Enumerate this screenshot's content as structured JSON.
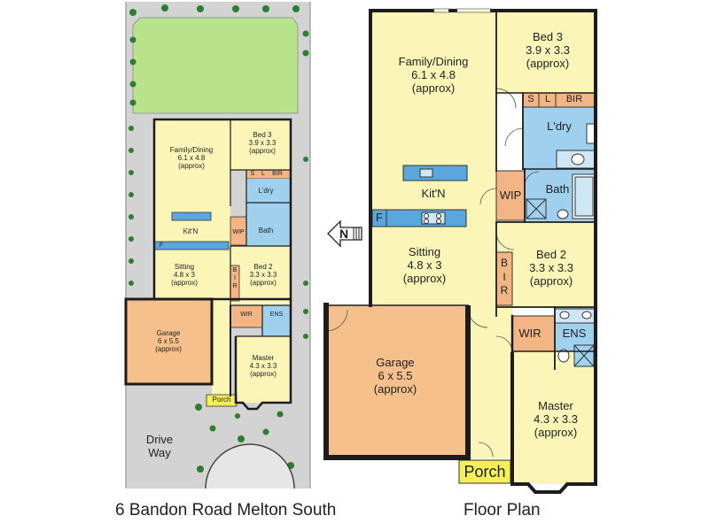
{
  "captions": {
    "address": "6 Bandon Road Melton South",
    "floor_plan": "Floor Plan"
  },
  "north_label": "N",
  "site": {
    "driveway": "Drive\nWay",
    "rooms": {
      "family_dining": "Family/Dining\n6.1 x 4.8\n(approx)",
      "bed3": "Bed 3\n3.9 x 3.3\n(approx)",
      "laundry": "L'dry",
      "kitchen": "Kit'N",
      "wip": "WIP",
      "bath": "Bath",
      "fridge": "F",
      "sitting": "Sitting\n4.8 x 3\n(approx)",
      "bed2": "Bed 2\n3.3 x 3.3\n(approx)",
      "bir_vertical": "B\nI\nR",
      "garage": "Garage\n6 x 5.5\n(approx)",
      "wir": "WIR",
      "ens": "ENS",
      "master": "Master\n4.3 x 3.3\n(approx)",
      "porch": "Porch",
      "storage": [
        "S",
        "L",
        "BIR"
      ]
    }
  },
  "plan": {
    "rooms": {
      "family_dining": "Family/Dining\n6.1 x 4.8\n(approx)",
      "bed3": "Bed 3\n3.9 x 3.3\n(approx)",
      "laundry": "L'dry",
      "kitchen": "Kit'N",
      "wip": "WIP",
      "bath": "Bath",
      "fridge": "F",
      "sitting": "Sitting\n4.8 x 3\n(approx)",
      "bed2": "Bed 2\n3.3 x 3.3\n(approx)",
      "bir_vertical": "B\nI\nR",
      "garage": "Garage\n6 x 5.5\n(approx)",
      "wir": "WIR",
      "ens": "ENS",
      "master": "Master\n4.3 x 3.3\n(approx)",
      "porch": "Porch",
      "storage": [
        "S",
        "L",
        "BIR"
      ]
    }
  },
  "colors": {
    "living": "#fbf6b8",
    "wet": "#9fd1ef",
    "garage": "#f6c08c",
    "storage": "#f3b584",
    "porch": "#f6ef5a",
    "lawn": "#b8e38a",
    "ground": "#d3d3d3",
    "wall": "#1c1c1c"
  }
}
